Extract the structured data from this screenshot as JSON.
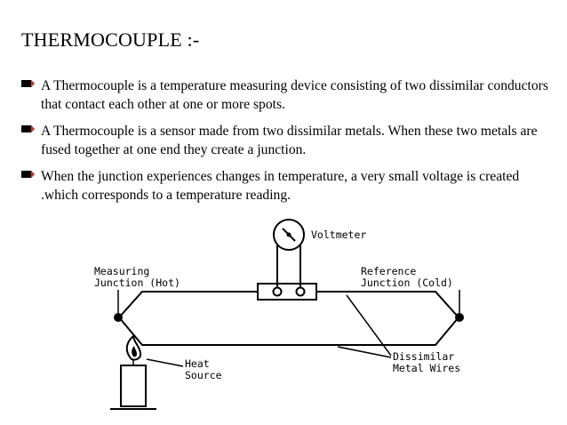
{
  "title": "THERMOCOUPLE :-",
  "bullets": [
    "A Thermocouple is a temperature measuring device consisting of two dissimilar conductors  that contact each  other at one or more spots.",
    " A Thermocouple is a sensor made from two dissimilar metals. When these two metals are fused together at one end they create a junction.",
    " When the junction experiences changes in temperature, a very small voltage is created .which corresponds to a temperature reading."
  ],
  "diagram": {
    "voltmeter": "Voltmeter",
    "measuring_1": "Measuring",
    "measuring_2": "Junction  (Hot)",
    "reference_1": "Reference",
    "reference_2": "Junction  (Cold)",
    "heat_1": "Heat",
    "heat_2": "Source",
    "wires_1": "Dissimilar",
    "wires_2": "Metal  Wires"
  },
  "colors": {
    "bullet_marker": "#c0392b",
    "text": "#000000"
  }
}
